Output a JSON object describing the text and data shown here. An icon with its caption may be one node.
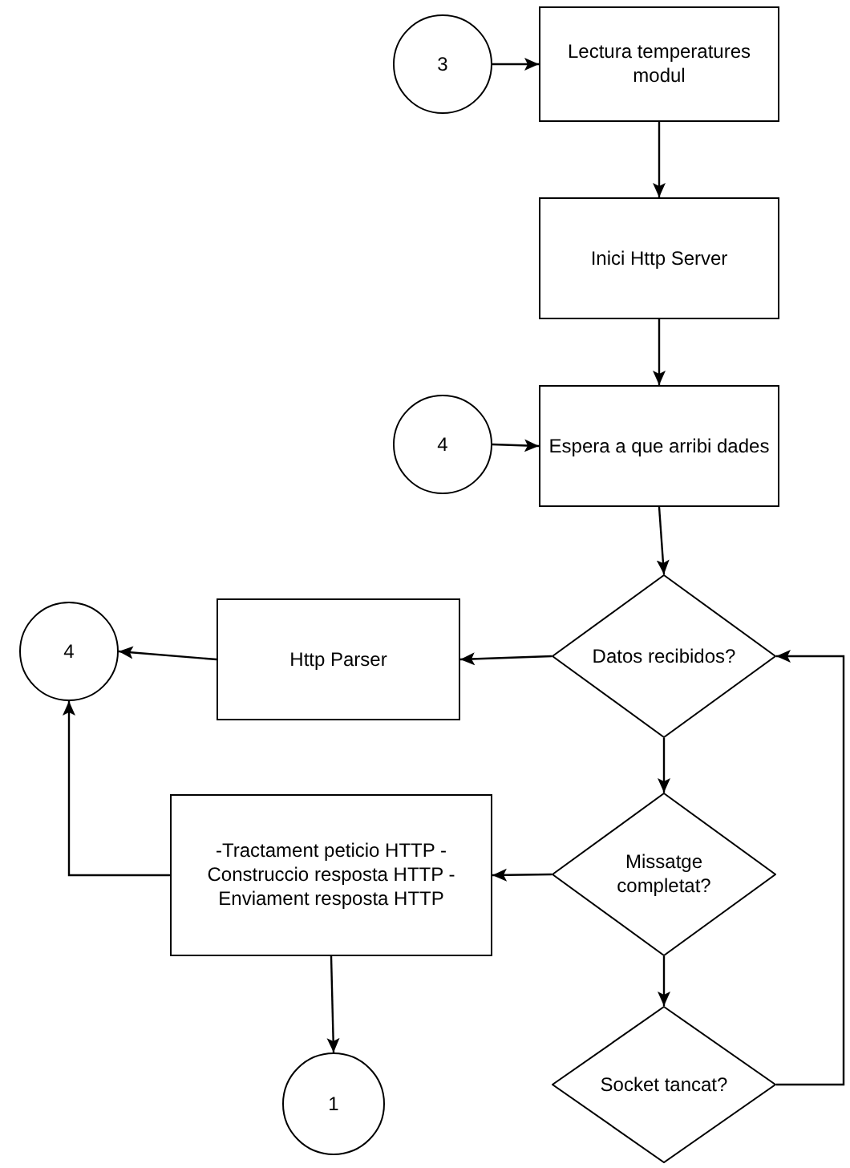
{
  "diagram": {
    "nodes": [
      {
        "text": [
          "3"
        ]
      },
      {
        "text": [
          "Lectura temperatures modul"
        ]
      },
      {
        "text": [
          "Inici Http Server"
        ]
      },
      {
        "text": [
          "4"
        ]
      },
      {
        "text": [
          "Espera a que arribi dades"
        ]
      },
      {
        "text": [
          "4"
        ]
      },
      {
        "text": [
          "Http Parser"
        ]
      },
      {
        "text": [
          "Datos recibidos?"
        ]
      },
      {
        "text": [
          "-Tractament peticio HTTP -Construccio resposta HTTP -Enviament resposta HTTP"
        ]
      },
      {
        "text": [
          "Missatge completat?"
        ]
      },
      {
        "text": [
          "1"
        ]
      },
      {
        "text": [
          "Socket tancat?"
        ]
      }
    ],
    "edges": [
      {
        "from": 0,
        "to": 1,
        "arrow": "to"
      },
      {
        "from": 1,
        "to": 2,
        "arrow": "to"
      },
      {
        "from": 2,
        "to": 4,
        "arrow": "to"
      },
      {
        "from": 3,
        "to": 4,
        "arrow": "to"
      },
      {
        "from": 4,
        "to": 7,
        "arrow": "to"
      },
      {
        "from": 7,
        "to": 6,
        "arrow": "to"
      },
      {
        "from": 6,
        "to": 5,
        "arrow": "to"
      },
      {
        "from": 7,
        "to": 9,
        "arrow": "to"
      },
      {
        "from": 9,
        "to": 8,
        "arrow": "to"
      },
      {
        "from": 8,
        "to": 5,
        "arrow": "to"
      },
      {
        "from": 8,
        "to": 10,
        "arrow": "to"
      },
      {
        "from": 9,
        "to": 11,
        "arrow": "to"
      },
      {
        "from": 11,
        "to": 7,
        "arrow": "to"
      }
    ]
  }
}
